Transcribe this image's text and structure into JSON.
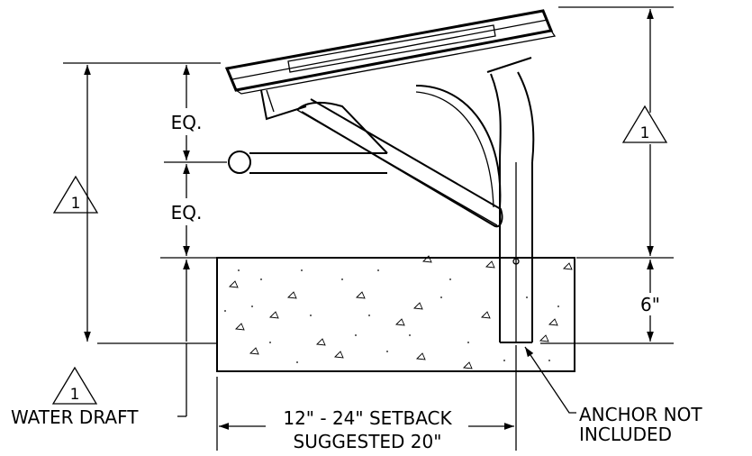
{
  "labels": {
    "eq_top": "EQ.",
    "eq_bottom": "EQ.",
    "six_inch": "6\"",
    "water_draft": "WATER DRAFT",
    "setback_line1": "12\" - 24\" SETBACK",
    "setback_line2": "SUGGESTED 20\"",
    "anchor_line1": "ANCHOR NOT",
    "anchor_line2": "INCLUDED"
  },
  "callouts": {
    "left": "1",
    "right": "1",
    "bottom": "1"
  }
}
